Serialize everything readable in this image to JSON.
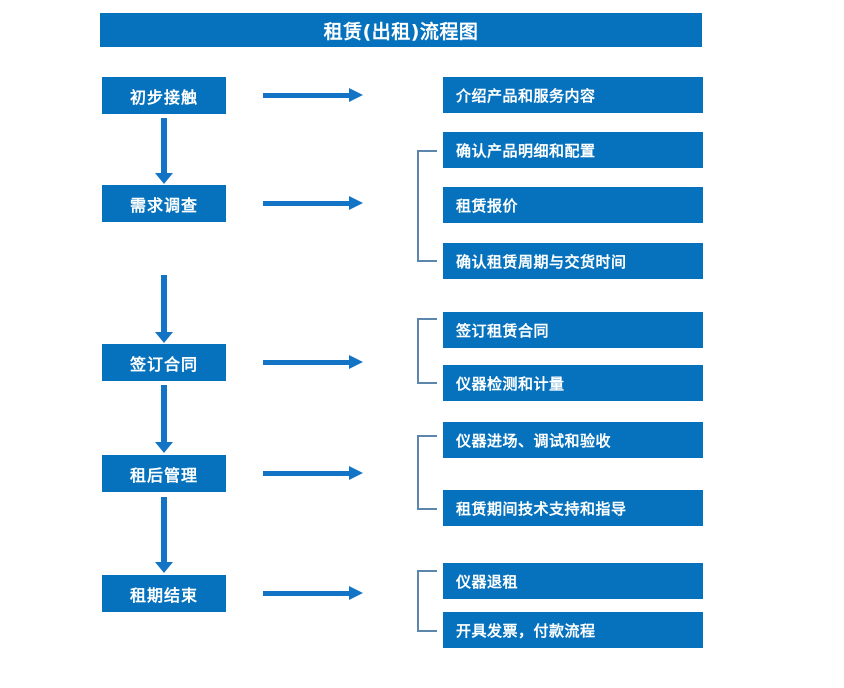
{
  "title": "租赁(出租)流程图",
  "colors": {
    "box_blue": "#0672BD",
    "arrow_blue": "#1373C4",
    "bracket_blue": "#5D86AE",
    "text_white": "#FFFFFF",
    "background": "#FFFFFF"
  },
  "stages": [
    {
      "label": "初步接触"
    },
    {
      "label": "需求调查"
    },
    {
      "label": "签订合同"
    },
    {
      "label": "租后管理"
    },
    {
      "label": "租期结束"
    }
  ],
  "details": [
    {
      "label": "介绍产品和服务内容"
    },
    {
      "label": "确认产品明细和配置"
    },
    {
      "label": "租赁报价"
    },
    {
      "label": "确认租赁周期与交货时间"
    },
    {
      "label": "签订租赁合同"
    },
    {
      "label": "仪器检测和计量"
    },
    {
      "label": "仪器进场、调试和验收"
    },
    {
      "label": "租赁期间技术支持和指导"
    },
    {
      "label": "仪器退租"
    },
    {
      "label": "开具发票，付款流程"
    }
  ]
}
